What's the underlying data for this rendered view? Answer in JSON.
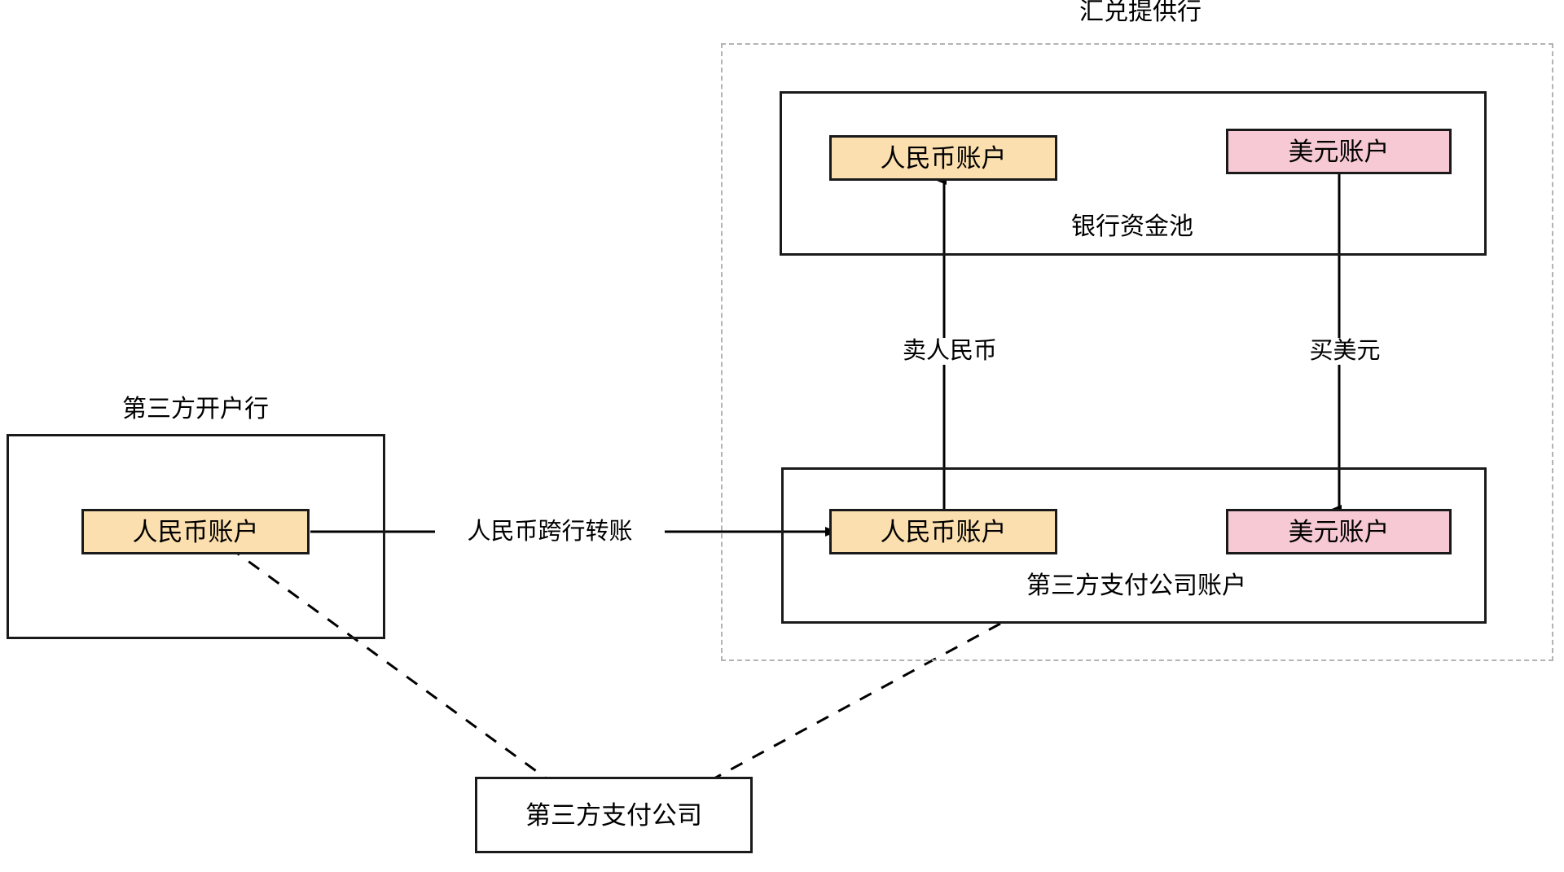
{
  "diagram": {
    "title_top": "汇兑提供行",
    "groups": [
      {
        "key": "exchange_provider_bank",
        "label": "汇兑提供行",
        "style": "dashed"
      },
      {
        "key": "bank_fund_pool",
        "label": "银行资金池",
        "style": "solid"
      },
      {
        "key": "third_party_payment_account",
        "label": "第三方支付公司账户",
        "style": "solid"
      },
      {
        "key": "third_party_opening_bank",
        "label": "第三方开户行",
        "style": "solid"
      }
    ],
    "nodes": {
      "pool_rmb_account": "人民币账户",
      "pool_usd_account": "美元账户",
      "tpp_rmb_account": "人民币账户",
      "tpp_usd_account": "美元账户",
      "opening_bank_rmb_account": "人民币账户",
      "third_party_payment_company": "第三方支付公司"
    },
    "edge_labels": {
      "sell_rmb": "卖人民币",
      "buy_usd": "买美元",
      "rmb_interbank_transfer": "人民币跨行转账"
    },
    "colors": {
      "rmb_fill": "#fbdfae",
      "usd_fill": "#f6c9d4",
      "stroke": "#1a1a1a",
      "dashed_stroke": "#b3b3b3",
      "background": "#ffffff"
    }
  }
}
